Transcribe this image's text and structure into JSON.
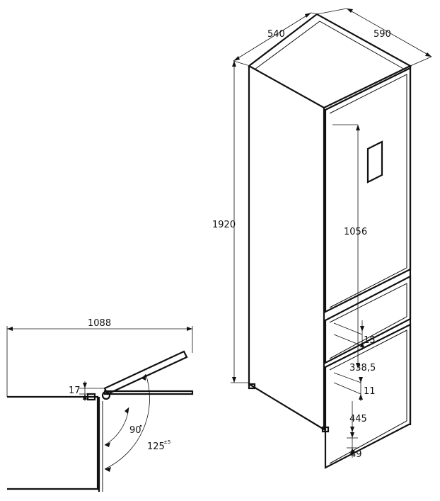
{
  "dimensions": {
    "depth": "540",
    "width": "590",
    "height": "1920",
    "fridge_door_height": "1056",
    "gap_upper": "15",
    "drawer_offset": "338,5",
    "gap_lower": "11",
    "freezer_height": "445",
    "base_height": "49",
    "open_depth": "1088",
    "hinge_offset": "17",
    "angle_90": "90",
    "angle_125": "125",
    "angle_125_tolerance": "±5"
  }
}
